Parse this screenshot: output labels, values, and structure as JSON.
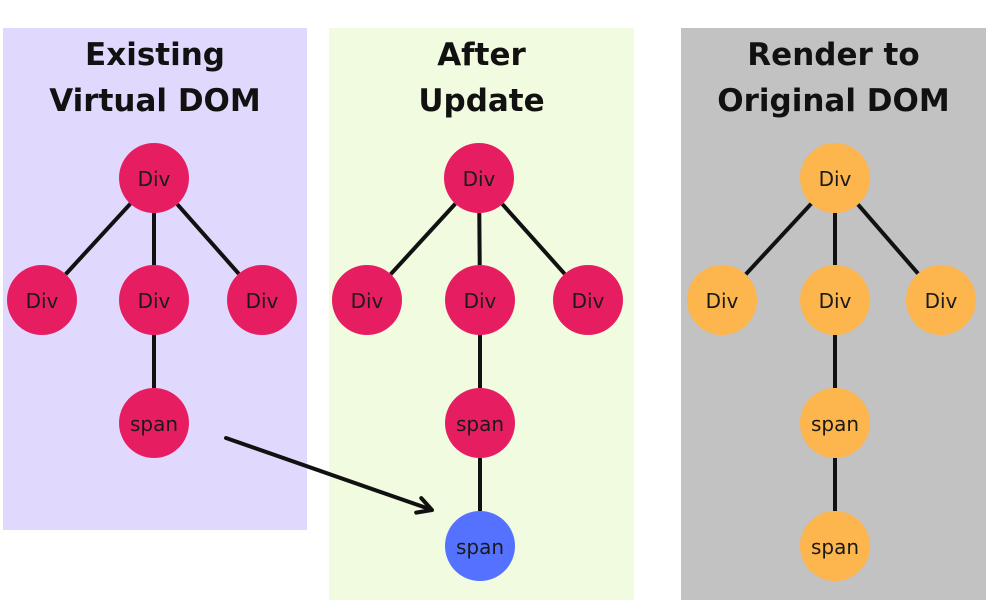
{
  "colors": {
    "panel_existing": "#e1d8fd",
    "panel_after": "#f1fbdf",
    "panel_render": "#c2c2c2",
    "node_pink": "#e61e61",
    "node_blue": "#5472ff",
    "node_orange": "#fdb54d",
    "edge": "#111111"
  },
  "panels": [
    {
      "id": "existing",
      "title_lines": [
        "Existing",
        "Virtual DOM"
      ]
    },
    {
      "id": "after",
      "title_lines": [
        "After",
        "Update"
      ]
    },
    {
      "id": "render",
      "title_lines": [
        "Render to",
        "Original DOM"
      ]
    }
  ],
  "trees": [
    {
      "panel": "existing",
      "nodes": [
        {
          "id": "root",
          "label": "Div",
          "color": "node_pink"
        },
        {
          "id": "left",
          "label": "Div",
          "color": "node_pink"
        },
        {
          "id": "mid",
          "label": "Div",
          "color": "node_pink"
        },
        {
          "id": "right",
          "label": "Div",
          "color": "node_pink"
        },
        {
          "id": "span1",
          "label": "span",
          "color": "node_pink"
        }
      ],
      "edges": [
        [
          "root",
          "left"
        ],
        [
          "root",
          "mid"
        ],
        [
          "root",
          "right"
        ],
        [
          "mid",
          "span1"
        ]
      ]
    },
    {
      "panel": "after",
      "nodes": [
        {
          "id": "root",
          "label": "Div",
          "color": "node_pink"
        },
        {
          "id": "left",
          "label": "Div",
          "color": "node_pink"
        },
        {
          "id": "mid",
          "label": "Div",
          "color": "node_pink"
        },
        {
          "id": "right",
          "label": "Div",
          "color": "node_pink"
        },
        {
          "id": "span1",
          "label": "span",
          "color": "node_pink"
        },
        {
          "id": "span2",
          "label": "span",
          "color": "node_blue"
        }
      ],
      "edges": [
        [
          "root",
          "left"
        ],
        [
          "root",
          "mid"
        ],
        [
          "root",
          "right"
        ],
        [
          "mid",
          "span1"
        ],
        [
          "span1",
          "span2"
        ]
      ]
    },
    {
      "panel": "render",
      "nodes": [
        {
          "id": "root",
          "label": "Div",
          "color": "node_orange"
        },
        {
          "id": "left",
          "label": "Div",
          "color": "node_orange"
        },
        {
          "id": "mid",
          "label": "Div",
          "color": "node_orange"
        },
        {
          "id": "right",
          "label": "Div",
          "color": "node_orange"
        },
        {
          "id": "span1",
          "label": "span",
          "color": "node_orange"
        },
        {
          "id": "span2",
          "label": "span",
          "color": "node_orange"
        }
      ],
      "edges": [
        [
          "root",
          "left"
        ],
        [
          "root",
          "mid"
        ],
        [
          "root",
          "right"
        ],
        [
          "mid",
          "span1"
        ],
        [
          "span1",
          "span2"
        ]
      ]
    }
  ],
  "arrow": {
    "from": "existing.span1",
    "to": "after.span2"
  }
}
